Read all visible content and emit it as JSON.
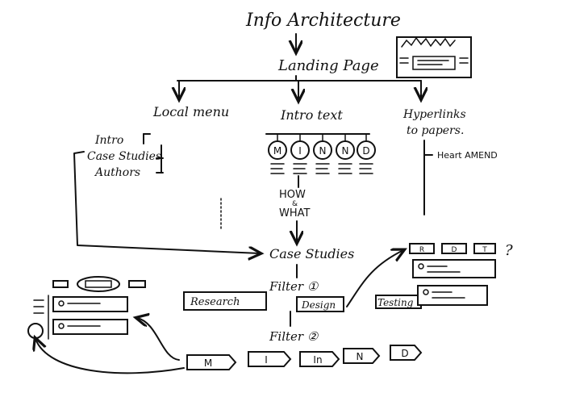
{
  "title": "Info Architecture",
  "landing": "Landing Page",
  "branches": {
    "local_menu": "Local menu",
    "intro_text": "Intro text",
    "hyperlinks": [
      "Hyperlinks",
      "to papers."
    ],
    "heart_amend": "Heart AMEND"
  },
  "local_menu_items": [
    "Intro",
    "Case Studies",
    "Authors"
  ],
  "mind_letters": [
    "M",
    "I",
    "N",
    "N",
    "D"
  ],
  "how_what": [
    "HOW",
    "&",
    "WHAT"
  ],
  "case_studies": "Case Studies",
  "filter1": "Filter ①",
  "filter1_options": [
    "Research",
    "Design",
    "Testing"
  ],
  "filter2": "Filter ②",
  "filter2_tags": [
    "M",
    "I",
    "In",
    "N",
    "D"
  ],
  "preview_tabs": [
    "R",
    "D",
    "T"
  ],
  "question": "?"
}
